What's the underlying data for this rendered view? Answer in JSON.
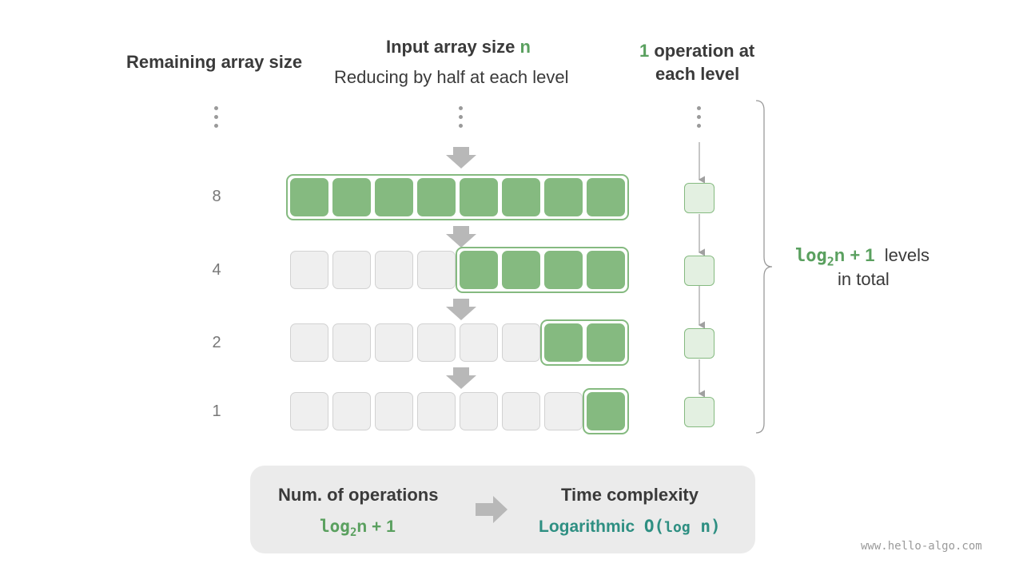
{
  "headers": {
    "remaining": "Remaining array size",
    "input_prefix": "Input array size ",
    "input_var": "n",
    "reducing": "Reducing by half at each level",
    "op_count": "1",
    "op_rest": " operation at",
    "op_line2": "each level"
  },
  "levels": [
    {
      "size": "8",
      "active": 8,
      "total": 8
    },
    {
      "size": "4",
      "active": 4,
      "total": 8
    },
    {
      "size": "2",
      "active": 2,
      "total": 8
    },
    {
      "size": "1",
      "active": 1,
      "total": 8
    }
  ],
  "brace_label": {
    "log": "log",
    "sub": "2",
    "rest": "n + 1",
    "levels": "levels",
    "line2": "in total"
  },
  "panel": {
    "ops_title": "Num. of operations",
    "ops_log": "log",
    "ops_sub": "2",
    "ops_rest": "n + 1",
    "tc_title": "Time complexity",
    "tc_word": "Logarithmic",
    "tc_expr_o": "O(",
    "tc_expr_log": "log",
    "tc_expr_n": " n)"
  },
  "footer": "www.hello-algo.com",
  "colors": {
    "green": "#85ba80",
    "light_green": "#e3f0e1",
    "gray_cell": "#efefef",
    "teal": "#2e8f82",
    "text_green": "#5aa05f"
  }
}
